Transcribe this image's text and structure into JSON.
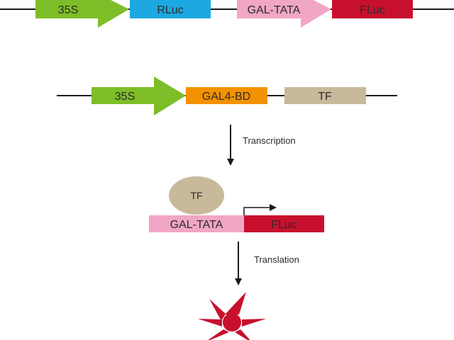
{
  "reporter_construct": {
    "promoter": "35S",
    "gene1": "RLuc",
    "promoter2": "GAL-TATA",
    "gene2": "FLuc"
  },
  "effector_construct": {
    "promoter": "35S",
    "domain": "GAL4-BD",
    "factor": "TF"
  },
  "step1_label": "Transcription",
  "binding": {
    "protein": "TF",
    "promoter": "GAL-TATA",
    "gene": "FLuc"
  },
  "step2_label": "Translation",
  "colors": {
    "promoter_green": "#7dbe28",
    "rluc_blue": "#1ca8e0",
    "gal_pink": "#f2a6c6",
    "fluc_red": "#c8102e",
    "gal4_orange": "#f39200",
    "tf_tan": "#c8b99a",
    "line": "#1a1a1a"
  },
  "icons": {
    "transcription_arrow": "arrow-down-icon",
    "translation_arrow": "arrow-down-icon",
    "tss_arrow": "bent-arrow-icon",
    "luminescence": "starburst-icon"
  }
}
